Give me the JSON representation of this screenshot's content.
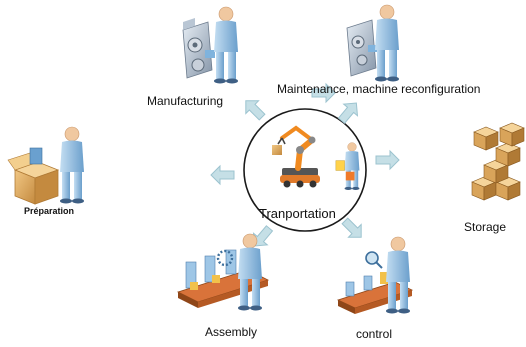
{
  "center": {
    "label": "Tranportation"
  },
  "nodes": {
    "manufacturing": {
      "label": "Manufacturing"
    },
    "maintenance": {
      "label": "Maintenance,  machine reconfiguration"
    },
    "preparation": {
      "label": "Préparation"
    },
    "storage": {
      "label": "Storage"
    },
    "assembly": {
      "label": "Assembly"
    },
    "control": {
      "label": "control"
    }
  },
  "colors": {
    "arrow_fill": "#c5dfe6",
    "arrow_stroke": "#9cc3cf",
    "worker_body": "#9ec6e6",
    "worker_shade": "#5a8fbf",
    "skin": "#f0c8a0",
    "box": "#d9a45a",
    "box_dark": "#b07a35",
    "conveyor": "#d9733a",
    "machine": "#9aa8b8"
  }
}
